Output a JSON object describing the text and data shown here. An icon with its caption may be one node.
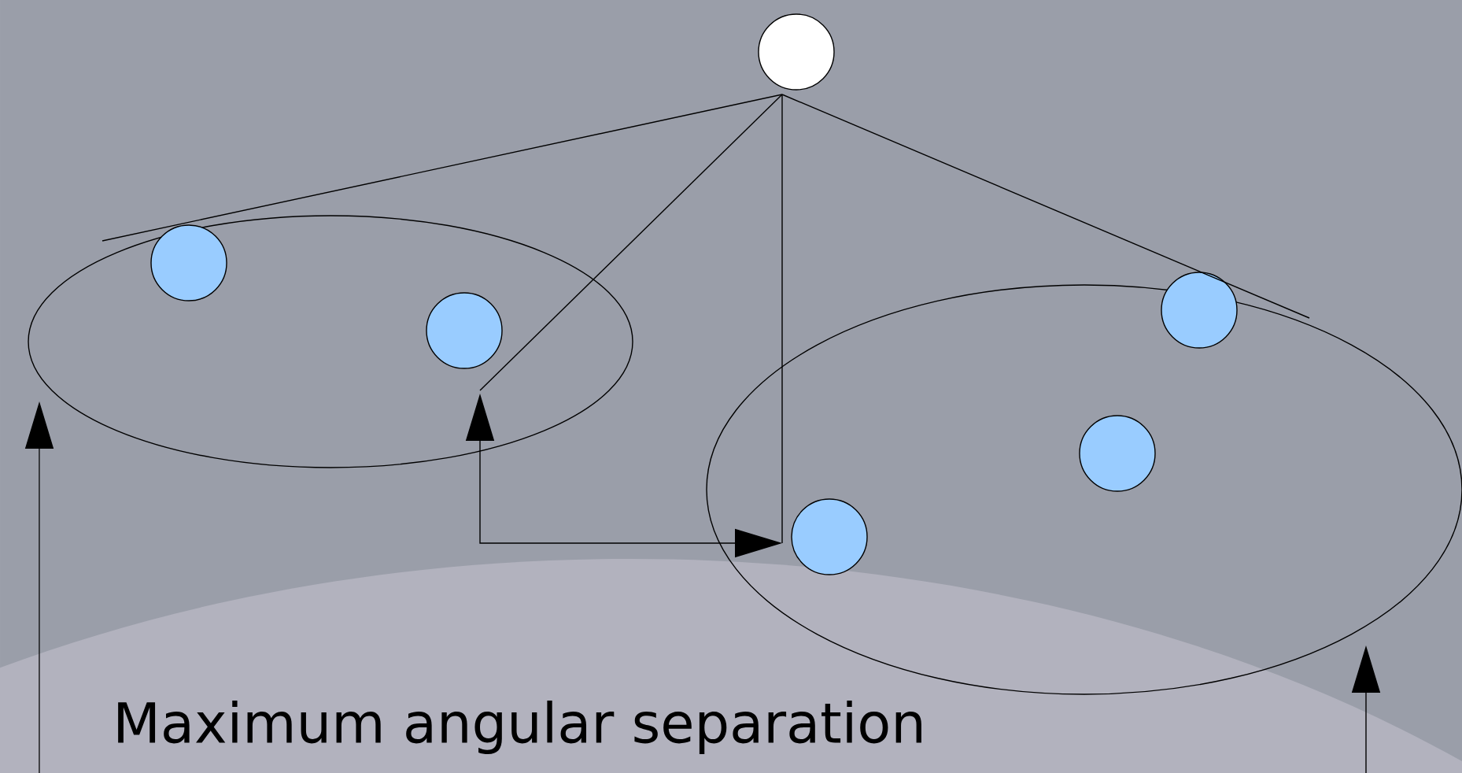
{
  "diagram": {
    "nodes": [
      {
        "text": [],
        "shape": "circle"
      },
      {
        "text": [],
        "shape": "ellipse"
      },
      {
        "text": [],
        "shape": "circle",
        "in": 1
      },
      {
        "text": [],
        "shape": "circle",
        "in": 1
      },
      {
        "text": [],
        "shape": "ellipse"
      },
      {
        "text": [],
        "shape": "circle",
        "in": 4
      },
      {
        "text": [],
        "shape": "circle",
        "in": 4
      },
      {
        "text": [],
        "shape": "circle",
        "in": 4
      }
    ],
    "edges": [
      {
        "from": 0,
        "to": 1,
        "arrow": "none"
      },
      {
        "from": 0,
        "to": null,
        "arrow": "none"
      },
      {
        "from": 0,
        "to": 7,
        "arrow": "none"
      },
      {
        "from": 0,
        "to": 4,
        "arrow": "none"
      },
      {
        "from": null,
        "to": 1,
        "arrow": "to"
      },
      {
        "from": null,
        "to": 4,
        "arrow": "to"
      },
      {
        "from": 1,
        "to": 4,
        "arrow": "both"
      }
    ],
    "labels": [
      "Maximum angular separation"
    ]
  }
}
